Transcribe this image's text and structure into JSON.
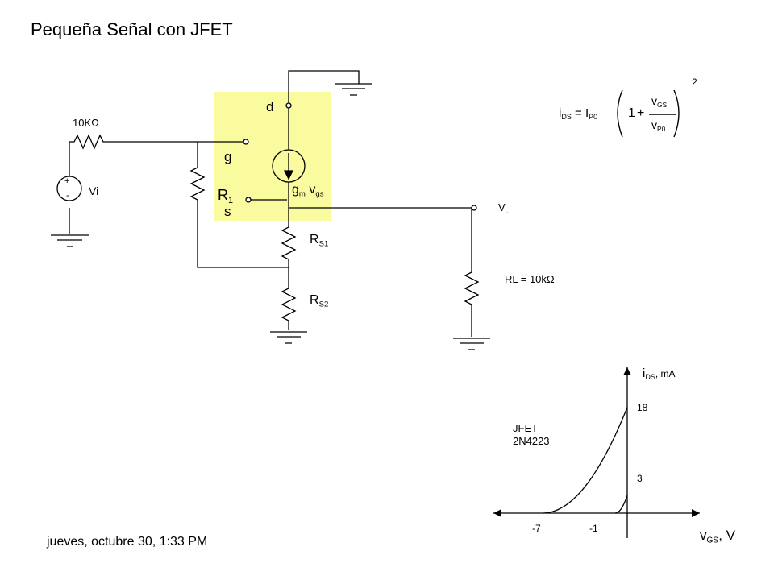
{
  "slide": {
    "title": "Pequeña Señal con JFET",
    "footer": "jueves, octubre 30, 1:33 PM"
  },
  "colors": {
    "highlight": "#fafa9e",
    "wire": "#000000"
  },
  "circuit": {
    "source_resistor": "10KΩ",
    "source_label": "Vi",
    "source_plus": "+",
    "source_minus": "-",
    "node_d": "d",
    "node_g": "g",
    "node_s": "s",
    "r1": {
      "main": "R",
      "sub": "1"
    },
    "current_source": {
      "g": "g",
      "m": "m",
      "v": "v",
      "gs": "gs"
    },
    "rs1": {
      "main": "R",
      "sub": "S1"
    },
    "rs2": {
      "main": "R",
      "sub": "S2"
    },
    "vl": {
      "main": "V",
      "sub": "L"
    },
    "rl": "RL = 10kΩ"
  },
  "equation": {
    "lhs_main": "i",
    "lhs_sub": "DS",
    "eq": "=",
    "ip_main": "I",
    "ip_sub": "P0",
    "one": "1",
    "plus": "+",
    "num_main": "v",
    "num_sub": "GS",
    "den_main": "v",
    "den_sub": "P0",
    "exponent": "2"
  },
  "chart_data": {
    "type": "line",
    "annotation": [
      "JFET",
      "2N4223"
    ],
    "x_axis_label": {
      "main": "v",
      "sub": "GS",
      "unit": ", V"
    },
    "y_axis_label": {
      "main": "i",
      "sub": "DS",
      "unit": ", mA"
    },
    "x_ticks": [
      "-7",
      "-1"
    ],
    "y_ticks": [
      "18",
      "3"
    ],
    "series": [
      {
        "pinchoff": -7,
        "idss": 18
      },
      {
        "pinchoff": -1,
        "idss": 3
      }
    ]
  }
}
